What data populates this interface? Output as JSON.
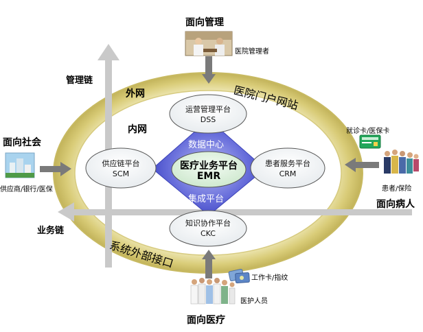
{
  "headings": {
    "top": "面向管理",
    "left": "面向社会",
    "right": "面向病人",
    "bottom": "面向医疗"
  },
  "axes": {
    "management_chain": "管理链",
    "business_chain": "业务链"
  },
  "ring": {
    "outer_net": "外网",
    "inner_net": "内网",
    "portal": "医院门户网站",
    "external_interface": "系统外部接口"
  },
  "center": {
    "data_center": "数据中心",
    "integration_platform": "集成平台",
    "emr_title": "医疗业务平台",
    "emr_code": "EMR"
  },
  "nodes": {
    "dss": {
      "title": "运营管理平台",
      "code": "DSS"
    },
    "scm": {
      "title": "供应链平台",
      "code": "SCM"
    },
    "crm": {
      "title": "患者服务平台",
      "code": "CRM"
    },
    "ckc": {
      "title": "知识协作平台",
      "code": "CKC"
    }
  },
  "actors": {
    "hospital_admin": "医院管理者",
    "suppliers": "供应商/银行/医保",
    "patient_card": "就诊卡/医保卡",
    "patients": "患者/保险",
    "work_card": "工作卡/指纹",
    "medical_staff": "医护人员"
  },
  "colors": {
    "ring_outer": "#e6dd9e",
    "ring_inner": "#cdbf64",
    "diamond": "#5c63d6",
    "diamond_light": "#8e93e6",
    "arrow": "#7a7a7a",
    "axis": "#c4c4c4"
  }
}
